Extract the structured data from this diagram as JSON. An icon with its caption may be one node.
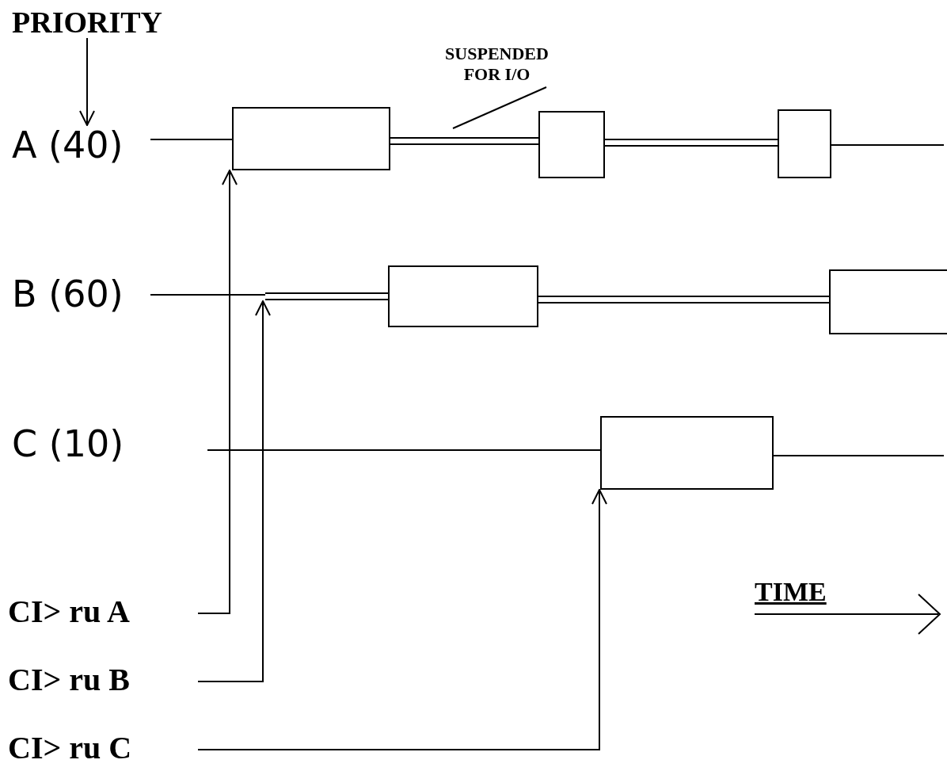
{
  "diagram": {
    "nodes": [
      {
        "text": [
          "PRIORITY"
        ]
      },
      {
        "text": [
          "A (40)"
        ]
      },
      {
        "text": [
          "B (60)"
        ]
      },
      {
        "text": [
          "C (10)"
        ]
      },
      {
        "text": [],
        "shape": "box"
      },
      {
        "text": [],
        "shape": "box"
      },
      {
        "text": [],
        "shape": "box"
      },
      {
        "text": [],
        "shape": "box"
      },
      {
        "text": [],
        "shape": "box"
      },
      {
        "text": [],
        "shape": "box"
      },
      {
        "text": [
          "CI> ru A"
        ]
      },
      {
        "text": [
          "CI> ru B"
        ]
      },
      {
        "text": [
          "CI> ru C"
        ]
      },
      {
        "text": [
          "SUSPENDED FOR I/O"
        ]
      }
    ],
    "edges": [
      {
        "from": 0,
        "to": 1,
        "arrow": "to"
      },
      {
        "from": 1,
        "to": 4,
        "arrow": "none"
      },
      {
        "from": 4,
        "to": 5,
        "arrow": "none"
      },
      {
        "from": 5,
        "to": 6,
        "arrow": "none"
      },
      {
        "from": 6,
        "to": null,
        "arrow": "none"
      },
      {
        "from": 2,
        "to": 7,
        "arrow": "none"
      },
      {
        "from": 7,
        "to": 8,
        "arrow": "none"
      },
      {
        "from": null,
        "to": 9,
        "arrow": "none"
      },
      {
        "from": 9,
        "to": null,
        "arrow": "none"
      },
      {
        "from": 10,
        "to": 4,
        "arrow": "to"
      },
      {
        "from": 11,
        "to": null,
        "arrow": "to"
      },
      {
        "from": 12,
        "to": 9,
        "arrow": "to"
      },
      {
        "from": 13,
        "to": null,
        "arrow": "none"
      }
    ],
    "labels": [
      "TIME"
    ]
  }
}
